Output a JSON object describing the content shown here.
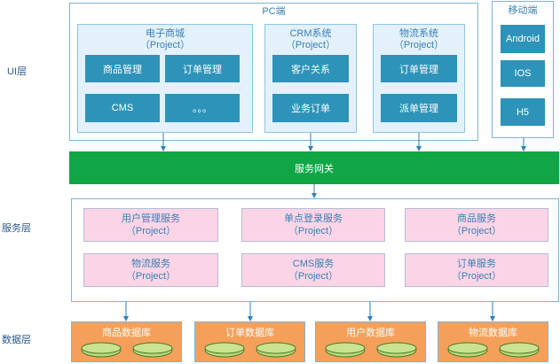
{
  "layers": {
    "ui": "UI层",
    "service": "服务层",
    "data": "数据层"
  },
  "pc": {
    "title": "PC端",
    "mall": {
      "title": "电子商城",
      "project": "（Project）",
      "tiles": [
        "商品管理",
        "订单管理",
        "CMS",
        "。。。"
      ]
    },
    "crm": {
      "title": "CRM系统",
      "project": "（Project）",
      "tiles": [
        "客户关系",
        "业务订单"
      ]
    },
    "logistics": {
      "title": "物流系统",
      "project": "（Project）",
      "tiles": [
        "订单管理",
        "派单管理"
      ]
    }
  },
  "mobile": {
    "title": "移动端",
    "tiles": [
      "Android",
      "IOS",
      "H5"
    ]
  },
  "gateway": "服务网关",
  "services": [
    {
      "name": "用户管理服务",
      "project": "（Project）"
    },
    {
      "name": "单点登录服务",
      "project": "（Project）"
    },
    {
      "name": "商品服务",
      "project": "（Project）"
    },
    {
      "name": "物流服务",
      "project": "（Project）"
    },
    {
      "name": "CMS服务",
      "project": "（Project）"
    },
    {
      "name": "订单服务",
      "project": "（Project）"
    }
  ],
  "databases": [
    "商品数据库",
    "订单数据库",
    "用户数据库",
    "物流数据库"
  ],
  "colors": {
    "tile": "#2e93b8",
    "gateway": "#10a646",
    "service": "#fbd5e6",
    "database": "#f5a05a",
    "disk": "#b7d97a"
  }
}
